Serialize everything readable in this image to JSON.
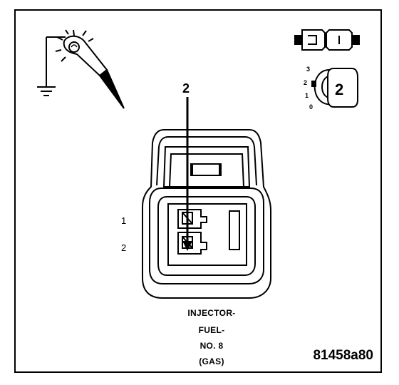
{
  "callout": "2",
  "pins": [
    {
      "label": "1"
    },
    {
      "label": "2"
    }
  ],
  "connector_caption": {
    "line1": "INJECTOR-",
    "line2": "FUEL-",
    "line3": "NO. 8",
    "line4": "(GAS)"
  },
  "figure_id": "81458a80",
  "probe_position": {
    "scale": [
      "3",
      "2",
      "1",
      "0"
    ],
    "selected": "2"
  },
  "icons": {
    "test_light": "test-light-probe-icon",
    "ground": "ground-symbol-icon",
    "connector_pair": "connector-pair-icon",
    "probe_selector": "probe-selector-icon"
  }
}
